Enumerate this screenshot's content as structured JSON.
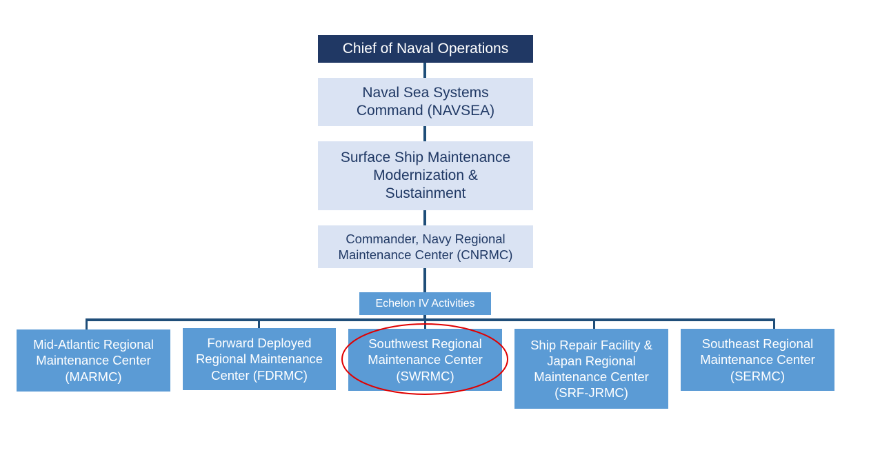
{
  "diagram": {
    "type": "org-chart",
    "nodes": {
      "cno": "Chief of Naval Operations",
      "navsea": "Naval Sea Systems\nCommand (NAVSEA)",
      "ssmms": "Surface Ship Maintenance\nModernization &\nSustainment",
      "cnrmc": "Commander, Navy Regional\nMaintenance Center (CNRMC)",
      "echelon": "Echelon IV Activities",
      "marmc": "Mid-Atlantic Regional\nMaintenance Center\n(MARMC)",
      "fdrmc": "Forward Deployed\nRegional Maintenance\nCenter (FDRMC)",
      "swrmc": "Southwest Regional\nMaintenance Center\n(SWRMC)",
      "srfjrmc": "Ship Repair Facility &\nJapan Regional\nMaintenance Center\n(SRF-JRMC)",
      "sermc": "Southeast Regional\nMaintenance Center\n(SERMC)"
    },
    "highlighted": "swrmc",
    "colors": {
      "top": "#203864",
      "upper_levels": "#dae3f3",
      "echelon_iv": "#5b9bd5",
      "connector": "#1f4e79",
      "highlight_ring": "#e00000"
    }
  }
}
